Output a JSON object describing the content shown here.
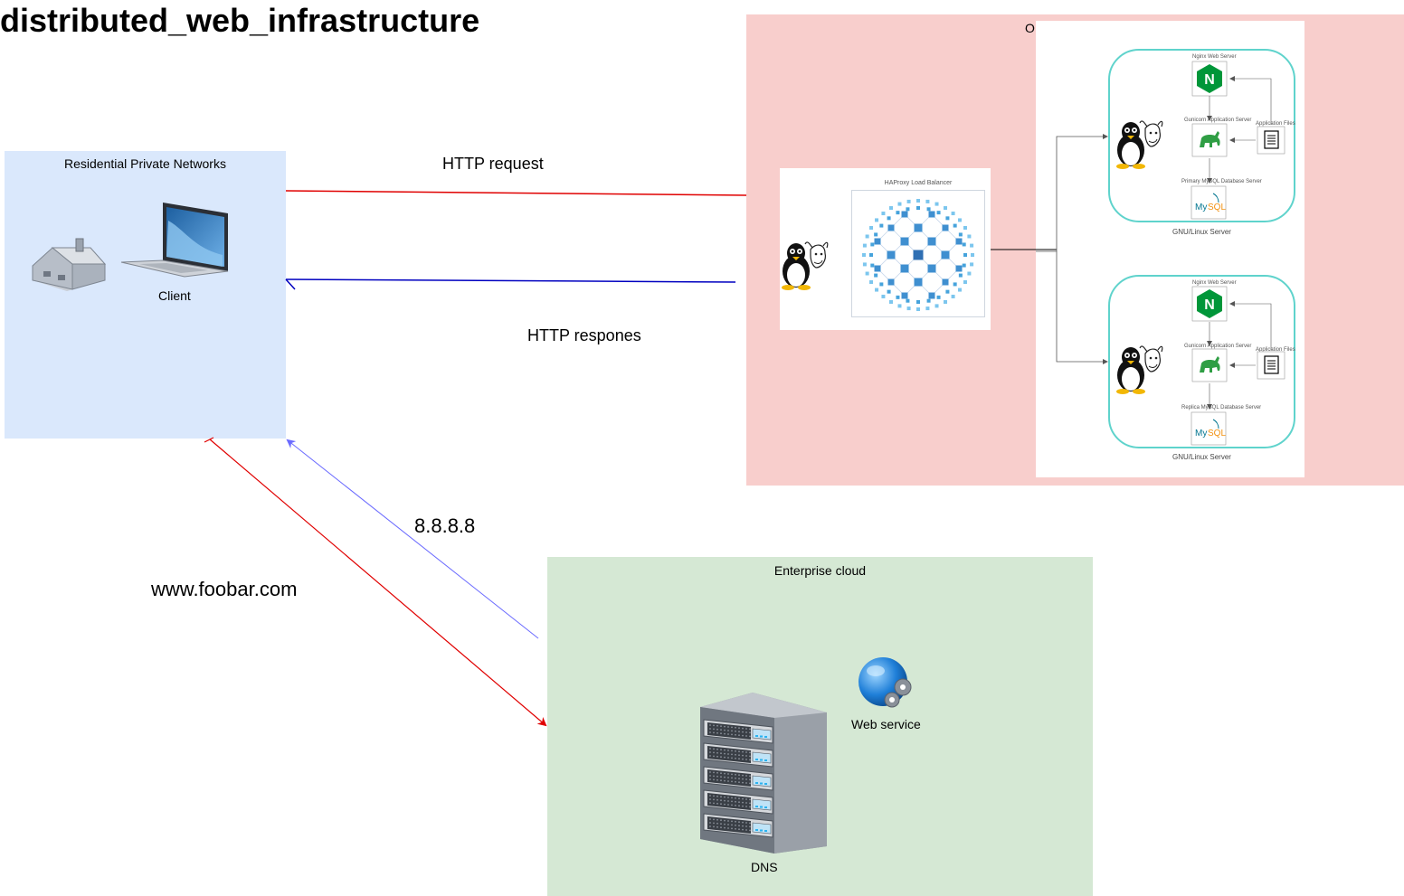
{
  "title": "distributed_web_infrastructure",
  "groups": {
    "residential": "Residential Private Networks",
    "origin_stub": "O",
    "enterprise": "Enterprise cloud"
  },
  "nodes": {
    "client": "Client",
    "dns": "DNS",
    "web_service": "Web service"
  },
  "load_balancer": {
    "title": "HAProxy Load Balancer"
  },
  "servers": [
    {
      "footer": "GNU/Linux Server",
      "web_server": "Nginx Web Server",
      "app_server": "Gunicorn Application Server",
      "app_files": "Application Files",
      "db": "Primary MySQL Database Server"
    },
    {
      "footer": "GNU/Linux Server",
      "web_server": "Nginx Web Server",
      "app_server": "Gunicorn Application Server",
      "app_files": "Application Files",
      "db": "Replica MySQL Database Server"
    }
  ],
  "edges": {
    "http_request": "HTTP request",
    "http_response": "HTTP respones",
    "dns_ip": "8.8.8.8",
    "domain": "www.foobar.com"
  },
  "colors": {
    "request": "#e00000",
    "response": "#0000c0",
    "dns_answer": "#6a6aff",
    "server_border": "#5fd3cc",
    "nginx": "#009639",
    "gunicorn": "#2f9e44"
  }
}
